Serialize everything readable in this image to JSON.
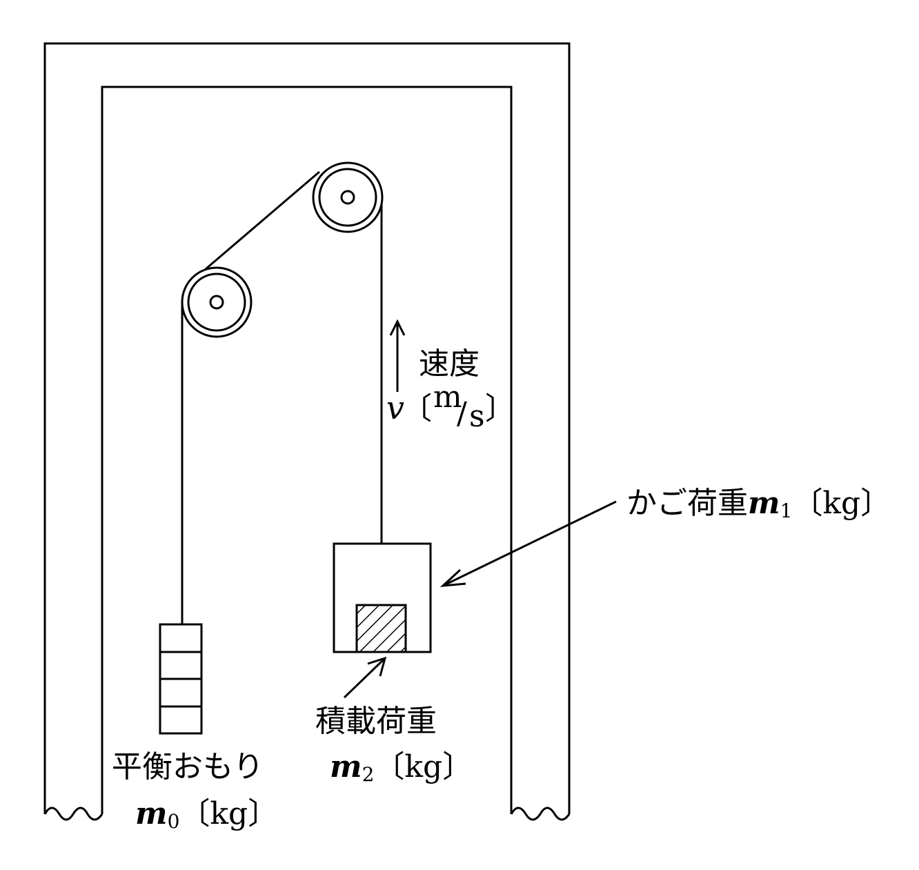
{
  "labels": {
    "speed_title": "速度",
    "speed_var": "v",
    "speed_unit_open": "〔",
    "speed_unit_num": "m",
    "speed_unit_slash": "/",
    "speed_unit_den": "s",
    "speed_unit_close": "〕",
    "car_title": "かご荷重",
    "car_var": "m",
    "car_sub": "1",
    "car_unit": "〔kg〕",
    "load_title": "積載荷重",
    "load_var": "m",
    "load_sub": "2",
    "load_unit": "〔kg〕",
    "cw_title": "平衡おもり",
    "cw_var": "m",
    "cw_sub": "0",
    "cw_unit": "〔kg〕"
  }
}
